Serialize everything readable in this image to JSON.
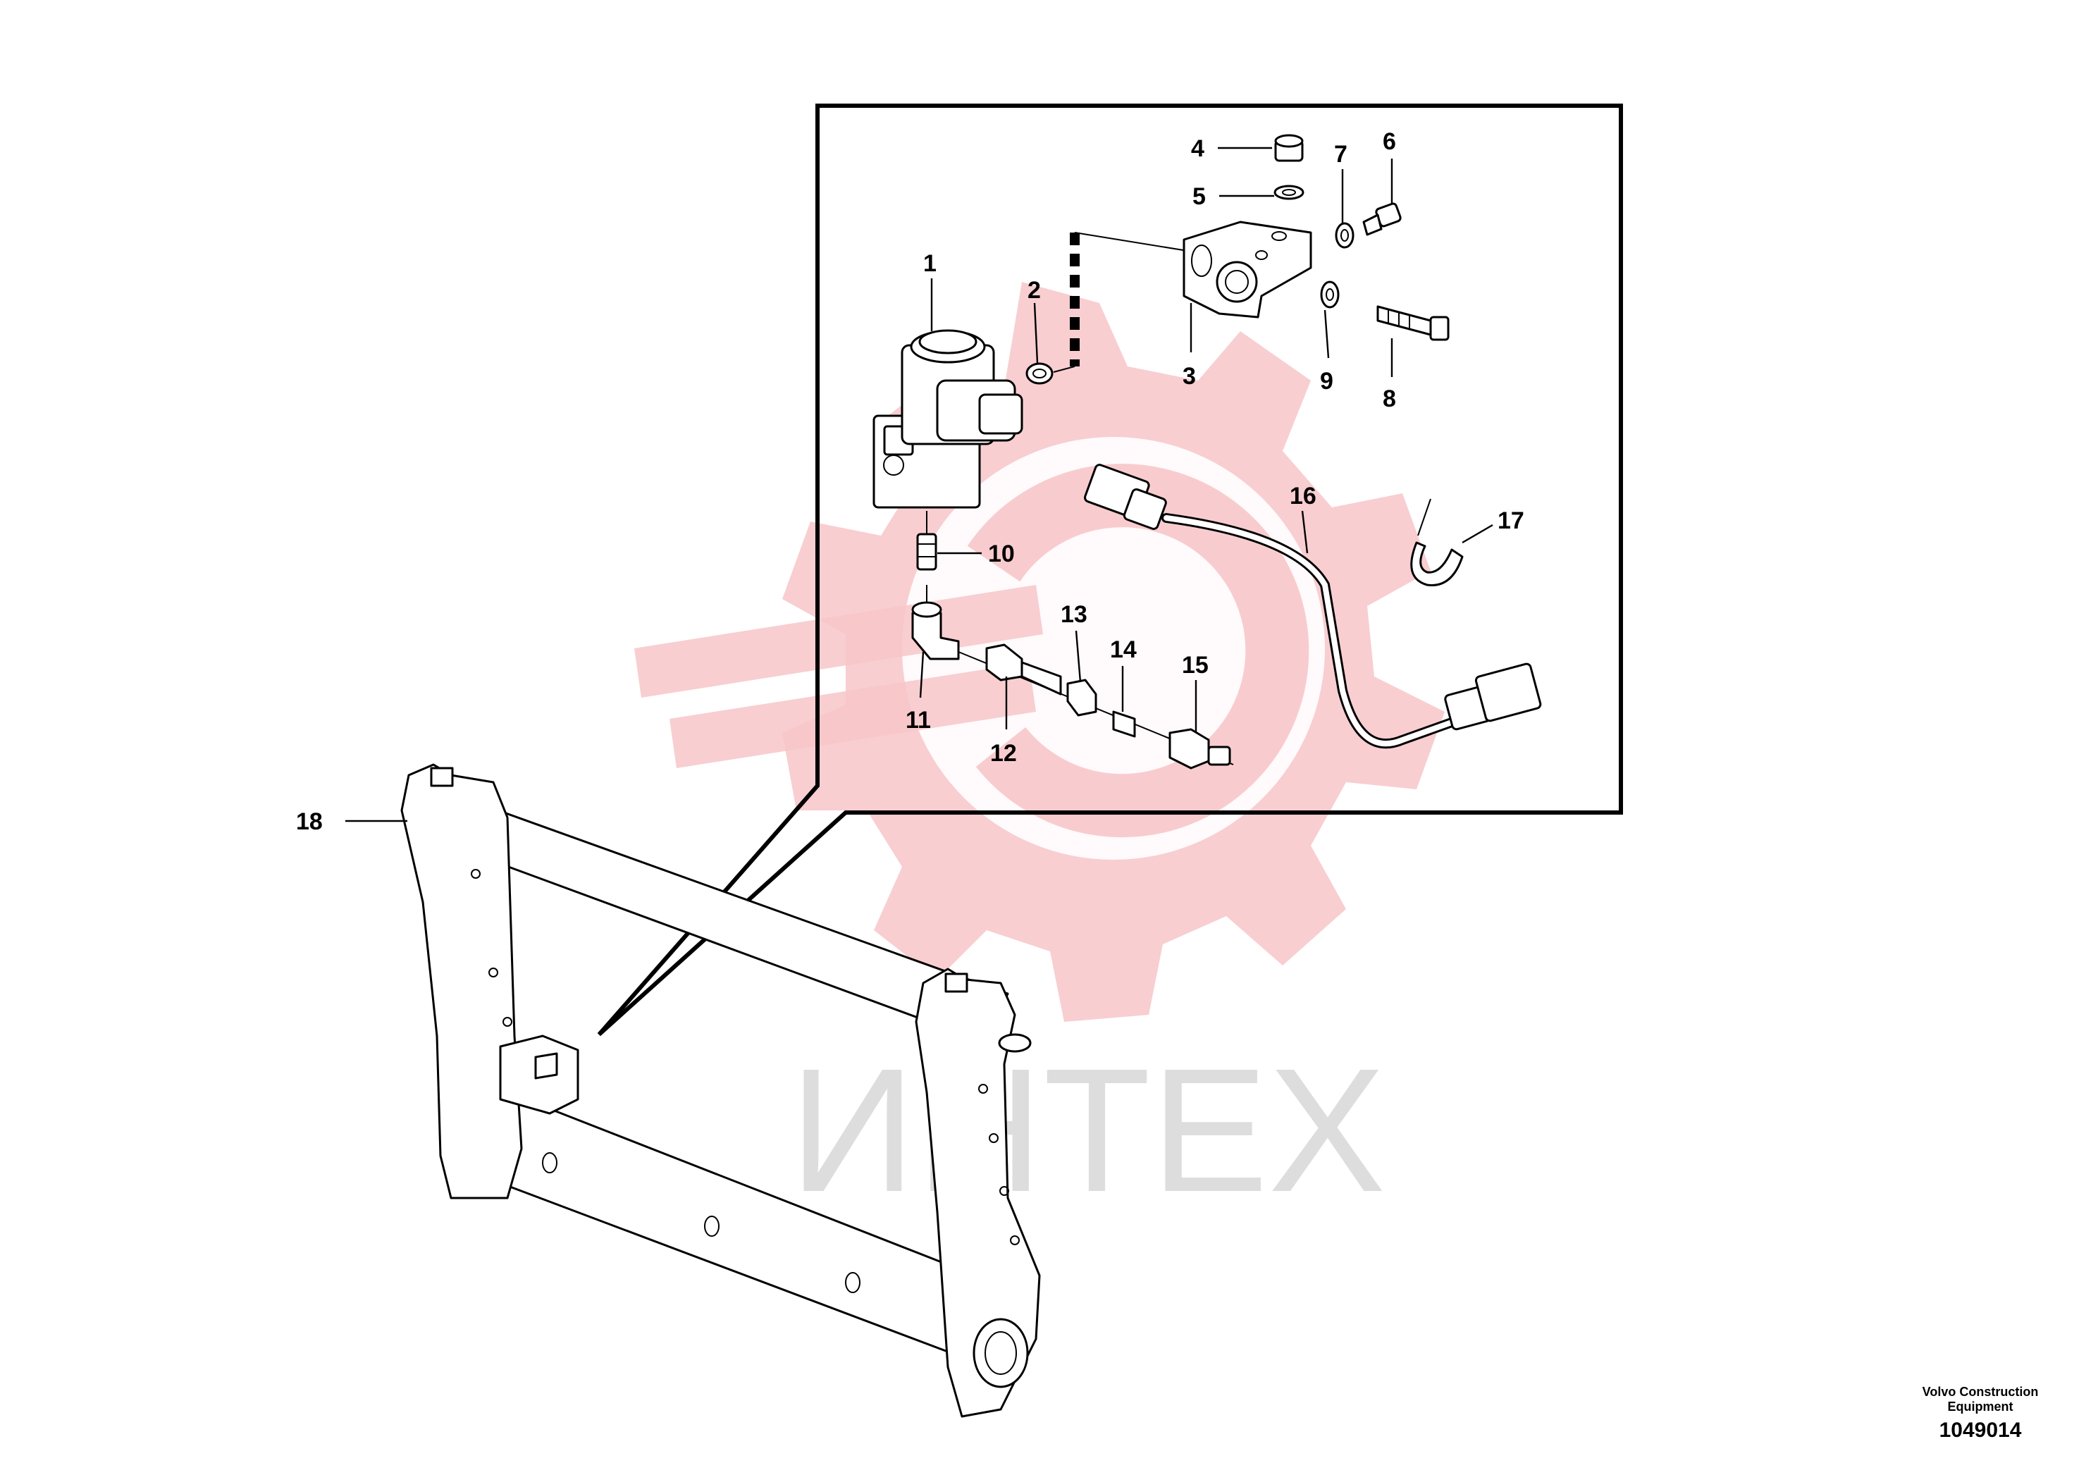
{
  "watermark": {
    "text": "ИНТЕХ",
    "color": "#d8d8d8",
    "gear_color": "#f7c6c9"
  },
  "callouts": [
    {
      "id": "1",
      "label": "1"
    },
    {
      "id": "2",
      "label": "2"
    },
    {
      "id": "3",
      "label": "3"
    },
    {
      "id": "4",
      "label": "4"
    },
    {
      "id": "5",
      "label": "5"
    },
    {
      "id": "6",
      "label": "6"
    },
    {
      "id": "7",
      "label": "7"
    },
    {
      "id": "8",
      "label": "8"
    },
    {
      "id": "9",
      "label": "9"
    },
    {
      "id": "10",
      "label": "10"
    },
    {
      "id": "11",
      "label": "11"
    },
    {
      "id": "12",
      "label": "12"
    },
    {
      "id": "13",
      "label": "13"
    },
    {
      "id": "14",
      "label": "14"
    },
    {
      "id": "15",
      "label": "15"
    },
    {
      "id": "16",
      "label": "16"
    },
    {
      "id": "17",
      "label": "17"
    },
    {
      "id": "18",
      "label": "18"
    }
  ],
  "footer": {
    "publisher_line1": "Volvo Construction",
    "publisher_line2": "Equipment",
    "drawing_number": "1049014"
  }
}
